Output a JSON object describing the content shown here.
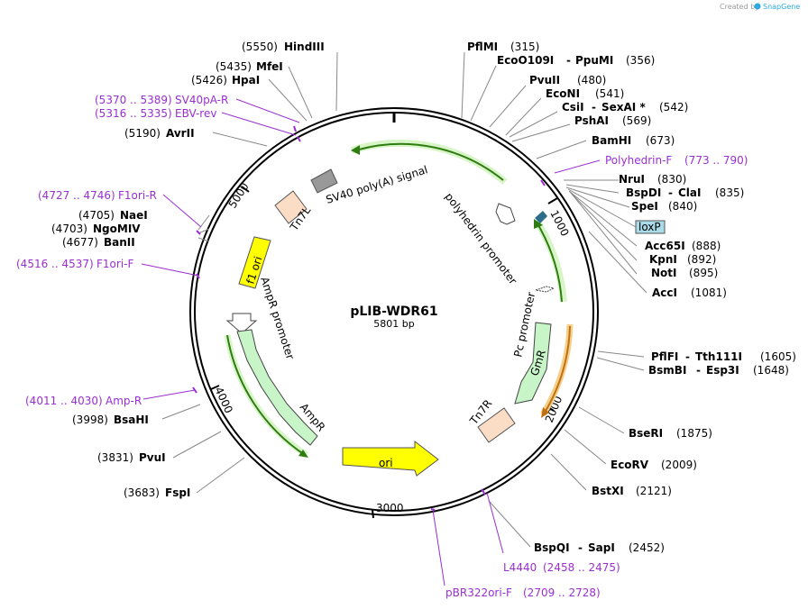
{
  "credit": {
    "prefix": "Created by",
    "brand": "SnapGene"
  },
  "plasmid": {
    "name": "pLIB-WDR61",
    "size_label": "5801 bp",
    "length": 5801
  },
  "ticks": [
    "1000",
    "2000",
    "3000",
    "4000",
    "5000"
  ],
  "colors": {
    "purple": "#9a2fd0",
    "yellow": "#ffff00",
    "light_green": "#c8f5c8",
    "peach": "#fbdcc4",
    "dark_green": "#2f7d12",
    "orange": "#f0a030",
    "gray": "#999999",
    "teal": "#2d6d8a",
    "loxp": "#a9dbe8"
  },
  "features": {
    "sv40": "SV40 poly(A) signal",
    "polyhedrin": "polyhedrin promoter",
    "tn7l": "Tn7L",
    "f1ori": "f1 ori",
    "ampr_promoter": "AmpR promoter",
    "ampr": "AmpR",
    "ori": "ori",
    "pc_promoter": "Pc promoter",
    "gmr": "GmR",
    "tn7r": "Tn7R",
    "loxp": "loxP"
  },
  "sites": [
    {
      "pos": "(5550)",
      "name": "HindIII"
    },
    {
      "pos": "(5435)",
      "name": "MfeI"
    },
    {
      "pos": "(5426)",
      "name": "HpaI"
    },
    {
      "pos": "(5370 .. 5389)",
      "name": "SV40pA-R",
      "primer": true
    },
    {
      "pos": "(5316 .. 5335)",
      "name": "EBV-rev",
      "primer": true
    },
    {
      "pos": "(5190)",
      "name": "AvrII"
    },
    {
      "pos": "(4727 .. 4746)",
      "name": "F1ori-R",
      "primer": true
    },
    {
      "pos": "(4705)",
      "name": "NaeI"
    },
    {
      "pos": "(4703)",
      "name": "NgoMIV"
    },
    {
      "pos": "(4677)",
      "name": "BanII"
    },
    {
      "pos": "(4516 .. 4537)",
      "name": "F1ori-F",
      "primer": true
    },
    {
      "pos": "(4011 .. 4030)",
      "name": "Amp-R",
      "primer": true
    },
    {
      "pos": "(3998)",
      "name": "BsaHI"
    },
    {
      "pos": "(3831)",
      "name": "PvuI"
    },
    {
      "pos": "(3683)",
      "name": "FspI"
    },
    {
      "name": "PflMI",
      "pos": "(315)"
    },
    {
      "name": "EcoO109I",
      "name2": "PpuMI",
      "pos": "(356)"
    },
    {
      "name": "PvuII",
      "pos": "(480)"
    },
    {
      "name": "EcoNI",
      "pos": "(541)"
    },
    {
      "name": "CsiI",
      "name2": "SexAI *",
      "pos": "(542)"
    },
    {
      "name": "PshAI",
      "pos": "(569)"
    },
    {
      "name": "BamHI",
      "pos": "(673)"
    },
    {
      "name": "Polyhedrin-F",
      "pos": "(773 .. 790)",
      "primer": true
    },
    {
      "name": "NruI",
      "pos": "(830)"
    },
    {
      "name": "BspDI",
      "name2": "ClaI",
      "pos": "(835)"
    },
    {
      "name": "SpeI",
      "pos": "(840)"
    },
    {
      "name": "Acc65I",
      "pos": "(888)"
    },
    {
      "name": "KpnI",
      "pos": "(892)"
    },
    {
      "name": "NotI",
      "pos": "(895)"
    },
    {
      "name": "AccI",
      "pos": "(1081)"
    },
    {
      "name": "PflFI",
      "name2": "Tth111I",
      "pos": "(1605)"
    },
    {
      "name": "BsmBI",
      "name2": "Esp3I",
      "pos": "(1648)"
    },
    {
      "name": "BseRI",
      "pos": "(1875)"
    },
    {
      "name": "EcoRV",
      "pos": "(2009)"
    },
    {
      "name": "BstXI",
      "pos": "(2121)"
    },
    {
      "name": "BspQI",
      "name2": "SapI",
      "pos": "(2452)"
    },
    {
      "name": "L4440",
      "pos": "(2458 .. 2475)",
      "primer": true
    },
    {
      "name": "pBR322ori-F",
      "pos": "(2709 .. 2728)",
      "primer": true
    }
  ]
}
